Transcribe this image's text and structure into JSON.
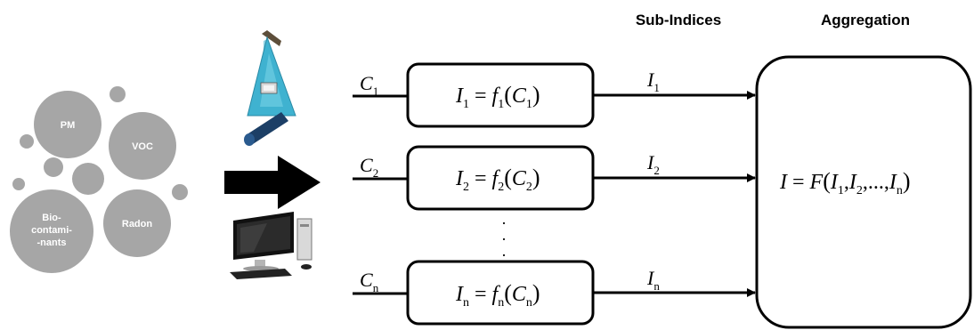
{
  "headers": {
    "sub_indices": "Sub-Indices",
    "aggregation": "Aggregation"
  },
  "pollutants": {
    "pm": "PM",
    "voc": "VOC",
    "radon": "Radon",
    "bio_line1": "Bio-",
    "bio_line2": "contami-",
    "bio_line3": "-nants"
  },
  "rows": [
    {
      "input": "C",
      "input_sub": "1",
      "fn_lhs": "I",
      "fn_sub": "1",
      "fn_f": "f",
      "fn_f_sub": "1",
      "output": "I",
      "output_sub": "1"
    },
    {
      "input": "C",
      "input_sub": "2",
      "fn_lhs": "I",
      "fn_sub": "2",
      "fn_f": "f",
      "fn_f_sub": "2",
      "output": "I",
      "output_sub": "2"
    },
    {
      "input": "C",
      "input_sub": "n",
      "fn_lhs": "I",
      "fn_sub": "n",
      "fn_f": "f",
      "fn_f_sub": "n",
      "output": "I",
      "output_sub": "n"
    }
  ],
  "aggregate": {
    "lhs": "I",
    "func": "F",
    "args": [
      "I",
      "1",
      "I",
      "2",
      "...",
      "I",
      "n"
    ]
  },
  "ellipsis": "."
}
